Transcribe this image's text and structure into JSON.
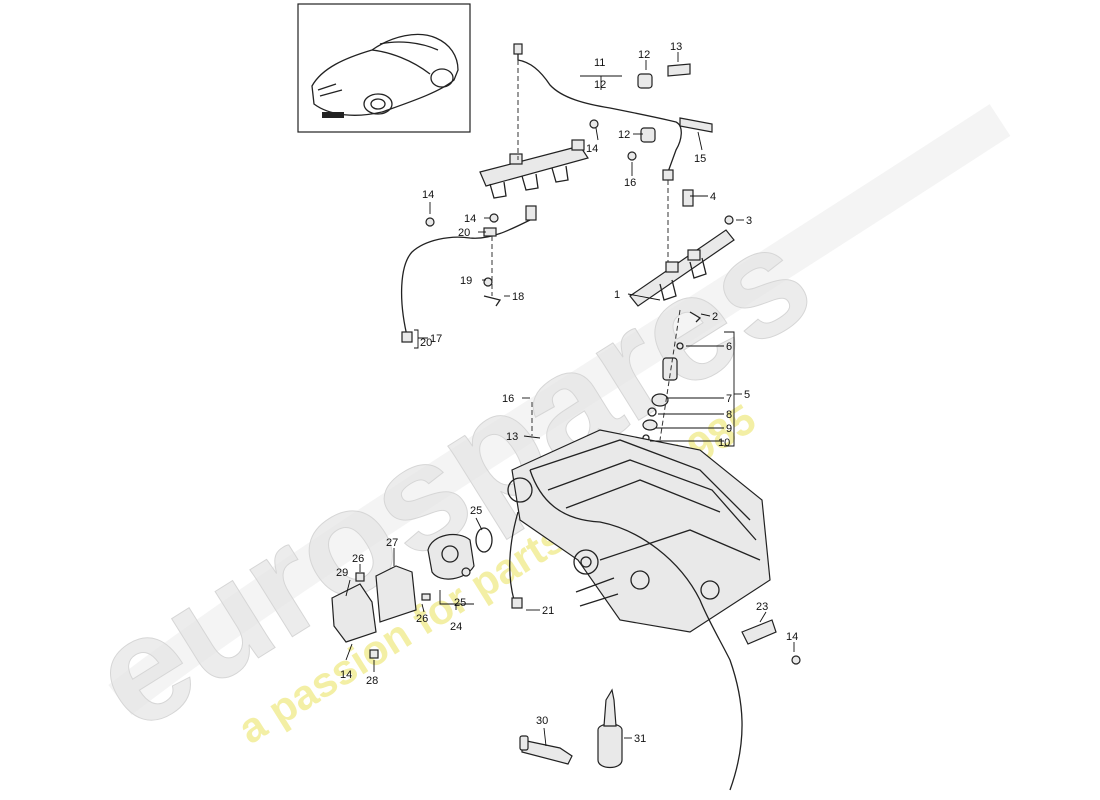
{
  "watermark": {
    "brand": "eurospares",
    "tagline": "a passion for parts since 1985",
    "brand_color": "#e8e8e8",
    "tagline_color": "#f2ee9a"
  },
  "callouts": [
    {
      "id": "c1",
      "label": "1"
    },
    {
      "id": "c2",
      "label": "2"
    },
    {
      "id": "c3",
      "label": "3"
    },
    {
      "id": "c4",
      "label": "4"
    },
    {
      "id": "c5",
      "label": "5"
    },
    {
      "id": "c6",
      "label": "6"
    },
    {
      "id": "c7",
      "label": "7"
    },
    {
      "id": "c8",
      "label": "8"
    },
    {
      "id": "c9",
      "label": "9"
    },
    {
      "id": "c10",
      "label": "10"
    },
    {
      "id": "c11",
      "label": "11"
    },
    {
      "id": "c12a",
      "label": "12"
    },
    {
      "id": "c12b",
      "label": "12"
    },
    {
      "id": "c12c",
      "label": "12"
    },
    {
      "id": "c13a",
      "label": "13"
    },
    {
      "id": "c13b",
      "label": "13"
    },
    {
      "id": "c14a",
      "label": "14"
    },
    {
      "id": "c14b",
      "label": "14"
    },
    {
      "id": "c14c",
      "label": "14"
    },
    {
      "id": "c14d",
      "label": "14"
    },
    {
      "id": "c14e",
      "label": "14"
    },
    {
      "id": "c15",
      "label": "15"
    },
    {
      "id": "c16a",
      "label": "16"
    },
    {
      "id": "c16b",
      "label": "16"
    },
    {
      "id": "c17",
      "label": "17"
    },
    {
      "id": "c18",
      "label": "18"
    },
    {
      "id": "c19",
      "label": "19"
    },
    {
      "id": "c20a",
      "label": "20"
    },
    {
      "id": "c20b",
      "label": "20"
    },
    {
      "id": "c21",
      "label": "21"
    },
    {
      "id": "c23",
      "label": "23"
    },
    {
      "id": "c24",
      "label": "24"
    },
    {
      "id": "c25a",
      "label": "25"
    },
    {
      "id": "c25b",
      "label": "25"
    },
    {
      "id": "c26a",
      "label": "26"
    },
    {
      "id": "c26b",
      "label": "26"
    },
    {
      "id": "c27",
      "label": "27"
    },
    {
      "id": "c28",
      "label": "28"
    },
    {
      "id": "c29",
      "label": "29"
    },
    {
      "id": "c30",
      "label": "30"
    },
    {
      "id": "c31",
      "label": "31"
    }
  ]
}
